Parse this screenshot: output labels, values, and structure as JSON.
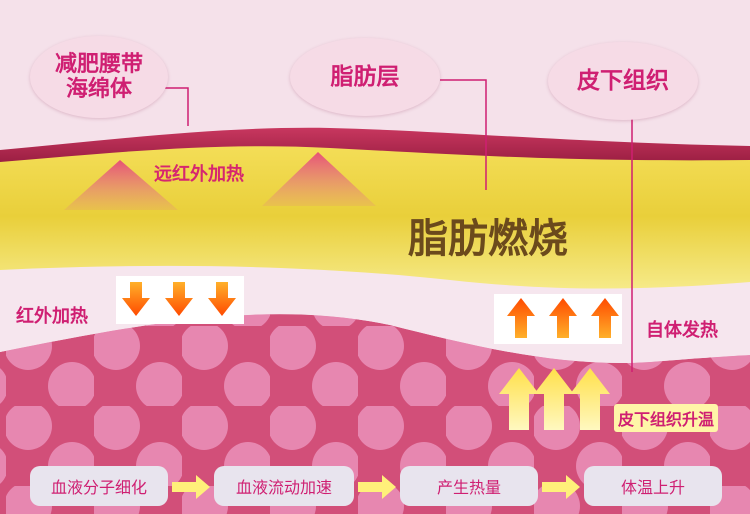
{
  "labels": {
    "sponge_line1": "减肥腰带",
    "sponge_line2": "海绵体",
    "fat_layer": "脂肪层",
    "subcutaneous": "皮下组织",
    "far_infrared": "远红外加热",
    "fat_burning": "脂肪燃烧",
    "infrared_heat": "红外加热",
    "self_heat": "自体发热",
    "tissue_warm": "皮下组织升温"
  },
  "process": {
    "steps": [
      "血液分子细化",
      "血液流动加速",
      "产生热量",
      "体温上升"
    ]
  },
  "colors": {
    "background": "#f5e1ea",
    "skin_band": "#b4254e",
    "fat_layer": "#eed64a",
    "tissue": "#d24f79",
    "dots": "#e98db6",
    "accent_text": "#cf1f72",
    "burn_text": "#6b4a1c",
    "down_arrow": "#ff6a00",
    "up_arrow": "#ffe55a"
  },
  "icons": {
    "down_arrows": "orange-down-arrow-icon",
    "up_arrows_small": "orange-up-arrow-icon",
    "up_arrows_large": "yellow-up-arrow-icon",
    "connector": "yellow-right-arrow-icon"
  }
}
